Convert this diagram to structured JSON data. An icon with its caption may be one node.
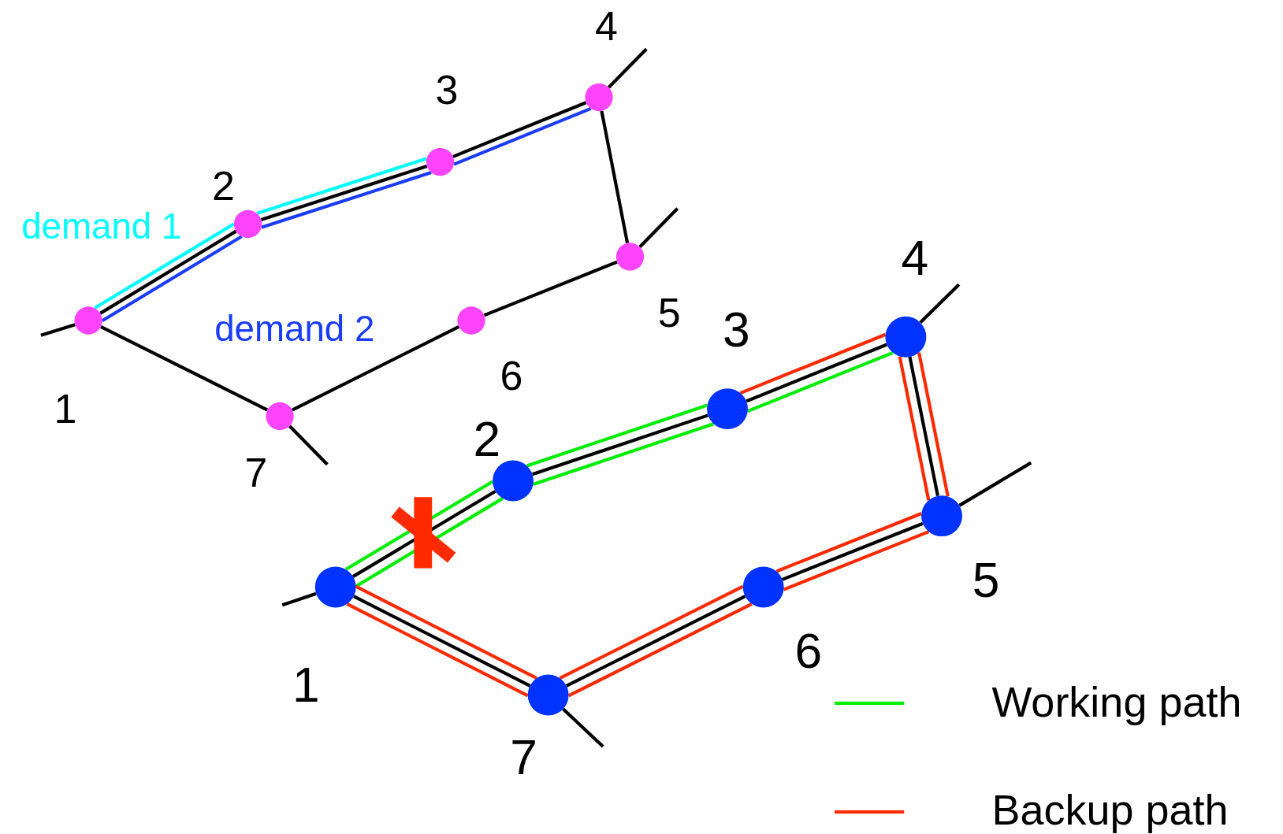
{
  "diagram": {
    "nodes": [
      {
        "text": [],
        "shape": "circle",
        "beside": [
          "1"
        ]
      },
      {
        "text": [],
        "shape": "circle",
        "beside": [
          "2"
        ]
      },
      {
        "text": [],
        "shape": "circle",
        "beside": [
          "3"
        ]
      },
      {
        "text": [],
        "shape": "circle",
        "beside": [
          "4"
        ]
      },
      {
        "text": [],
        "shape": "circle",
        "beside": [
          "5"
        ]
      },
      {
        "text": [],
        "shape": "circle",
        "beside": [
          "6"
        ]
      },
      {
        "text": [],
        "shape": "circle",
        "beside": [
          "7"
        ]
      },
      {
        "text": [],
        "shape": "circle",
        "beside": [
          "1"
        ]
      },
      {
        "text": [],
        "shape": "circle",
        "beside": [
          "2"
        ]
      },
      {
        "text": [],
        "shape": "circle",
        "beside": [
          "3"
        ]
      },
      {
        "text": [],
        "shape": "circle",
        "beside": [
          "4"
        ]
      },
      {
        "text": [],
        "shape": "circle",
        "beside": [
          "5"
        ]
      },
      {
        "text": [],
        "shape": "circle",
        "beside": [
          "6"
        ]
      },
      {
        "text": [],
        "shape": "circle",
        "beside": [
          "7"
        ]
      }
    ],
    "edges": [
      {
        "from": 0,
        "to": 1,
        "arrow": "none"
      },
      {
        "from": 1,
        "to": 2,
        "arrow": "none"
      },
      {
        "from": 2,
        "to": 3,
        "arrow": "none"
      },
      {
        "from": 3,
        "to": 4,
        "arrow": "none"
      },
      {
        "from": 4,
        "to": 5,
        "arrow": "none"
      },
      {
        "from": 5,
        "to": 6,
        "arrow": "none"
      },
      {
        "from": 6,
        "to": 0,
        "arrow": "none"
      },
      {
        "from": 0,
        "to": null,
        "arrow": "none"
      },
      {
        "from": 3,
        "to": null,
        "arrow": "none"
      },
      {
        "from": 4,
        "to": null,
        "arrow": "none"
      },
      {
        "from": 6,
        "to": null,
        "arrow": "none"
      },
      {
        "from": 0,
        "to": 1,
        "arrow": "none",
        "color": "#00ffff"
      },
      {
        "from": 1,
        "to": 2,
        "arrow": "none",
        "color": "#00ffff"
      },
      {
        "from": 0,
        "to": 1,
        "arrow": "none",
        "color": "#1a3cff"
      },
      {
        "from": 1,
        "to": 2,
        "arrow": "none",
        "color": "#1a3cff"
      },
      {
        "from": 2,
        "to": 3,
        "arrow": "none",
        "color": "#1a3cff"
      },
      {
        "from": 7,
        "to": 8,
        "arrow": "none"
      },
      {
        "from": 8,
        "to": 9,
        "arrow": "none"
      },
      {
        "from": 9,
        "to": 10,
        "arrow": "none"
      },
      {
        "from": 10,
        "to": 11,
        "arrow": "none"
      },
      {
        "from": 11,
        "to": 12,
        "arrow": "none"
      },
      {
        "from": 12,
        "to": 13,
        "arrow": "none"
      },
      {
        "from": 13,
        "to": 7,
        "arrow": "none"
      },
      {
        "from": 7,
        "to": null,
        "arrow": "none"
      },
      {
        "from": 10,
        "to": null,
        "arrow": "none"
      },
      {
        "from": 11,
        "to": null,
        "arrow": "none"
      },
      {
        "from": 13,
        "to": null,
        "arrow": "none"
      },
      {
        "from": 7,
        "to": 8,
        "arrow": "none",
        "color": "#00ee00"
      },
      {
        "from": 8,
        "to": 9,
        "arrow": "none",
        "color": "#00ee00"
      },
      {
        "from": 7,
        "to": 8,
        "arrow": "none",
        "color": "#00ee00"
      },
      {
        "from": 8,
        "to": 9,
        "arrow": "none",
        "color": "#00ee00"
      },
      {
        "from": 9,
        "to": 10,
        "arrow": "none",
        "color": "#00ee00"
      },
      {
        "from": 9,
        "to": 10,
        "arrow": "none",
        "color": "#ff2a00"
      },
      {
        "from": 10,
        "to": 11,
        "arrow": "none",
        "color": "#ff2a00"
      },
      {
        "from": 10,
        "to": 11,
        "arrow": "none",
        "color": "#ff2a00"
      },
      {
        "from": 11,
        "to": 12,
        "arrow": "none",
        "color": "#ff2a00"
      },
      {
        "from": 11,
        "to": 12,
        "arrow": "none",
        "color": "#ff2a00"
      },
      {
        "from": 12,
        "to": 13,
        "arrow": "none",
        "color": "#ff2a00"
      },
      {
        "from": 12,
        "to": 13,
        "arrow": "none",
        "color": "#ff2a00"
      },
      {
        "from": 13,
        "to": 7,
        "arrow": "none",
        "color": "#ff2a00"
      },
      {
        "from": 13,
        "to": 7,
        "arrow": "none",
        "color": "#ff2a00"
      }
    ],
    "labels": [
      "demand 1",
      "demand 2"
    ],
    "legend": [
      {
        "text": "Working path",
        "color": "#00ee00"
      },
      {
        "text": "Backup path",
        "color": "#ff2a00"
      }
    ]
  }
}
